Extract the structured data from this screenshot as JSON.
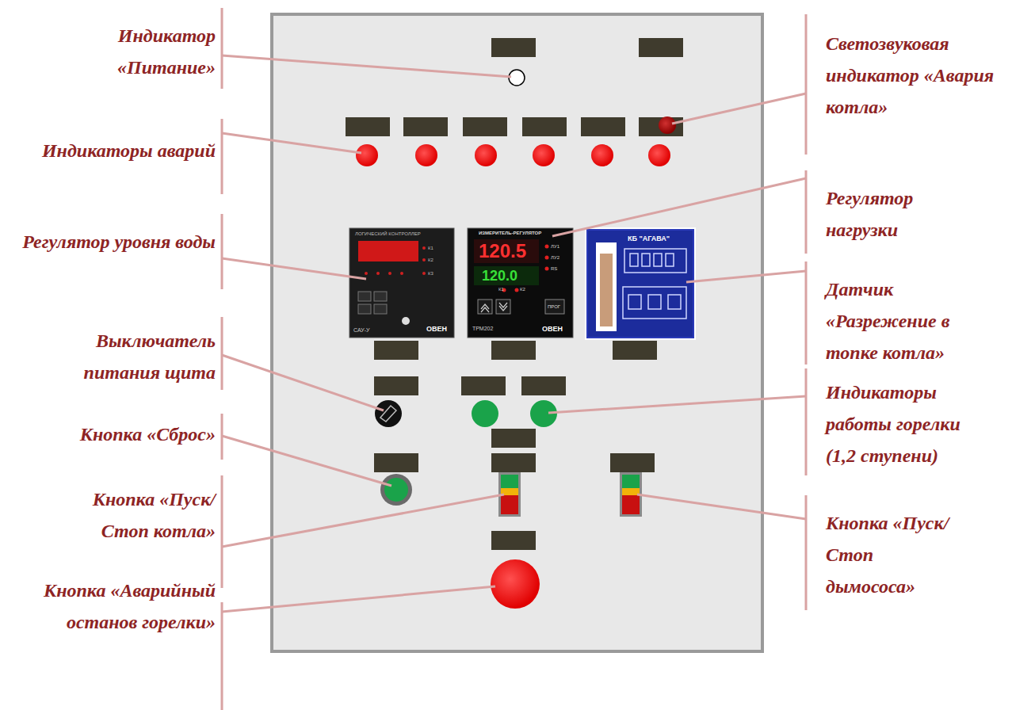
{
  "diagram": {
    "labels": [
      "Индикатор «Питание»",
      "Индикаторы аварий",
      "Регулятор уровня воды",
      "Выключатель питания щита",
      "Кнопка «Сброс»",
      "Кнопка «Пуск/Стоп котла»",
      "Кнопка «Аварийный останов горелки»",
      "Светозвуковая индикатор «Авария котла»",
      "Регулятор нагрузки",
      "Датчик «Разрежение в топке котла»",
      "Индикаторы работы горелки (1,2 ступени)",
      "Кнопка «Пуск/Стоп дымососа»",
      "ЛОГИЧЕСКИЙ КОНТРОЛЛЕР",
      "К1",
      "К2",
      "К3",
      "САУ-У",
      "ОВЕН",
      "ИЗМЕРИТЕЛЬ-РЕГУЛЯТОР",
      "120.5",
      "120.0",
      "ЛУ1",
      "ЛУ2",
      "RS",
      "К1",
      "К2",
      "ПРОГ",
      "ТРМ202",
      "ОВЕН",
      "КБ \"АГАВА\""
    ]
  }
}
